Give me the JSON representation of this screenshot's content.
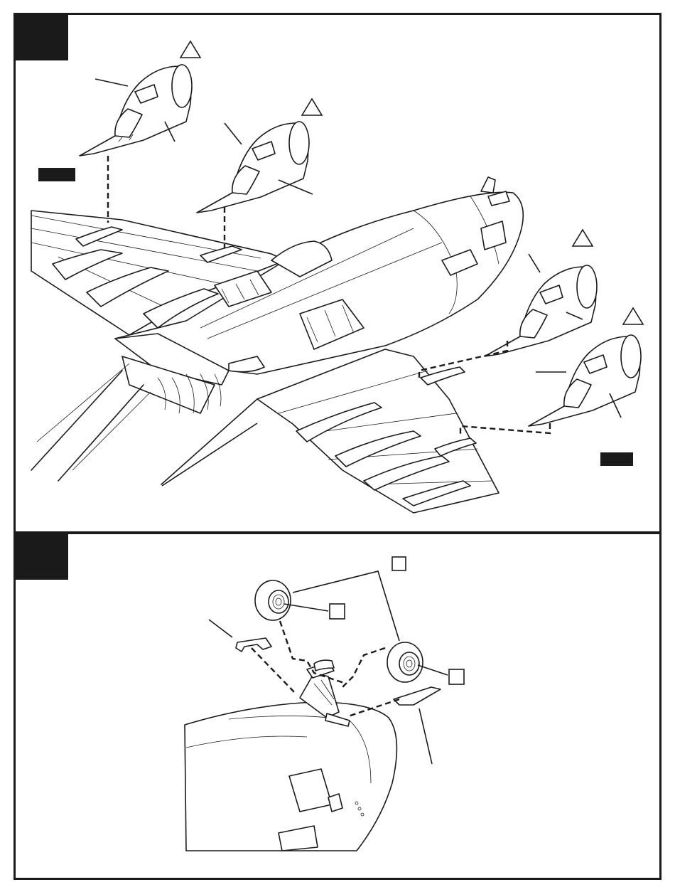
{
  "diagram": {
    "steps": [
      {
        "id": "step-a",
        "label": ""
      },
      {
        "id": "step-b",
        "label": ""
      }
    ],
    "parts": {
      "nacelle_count": 4,
      "wheel_count": 2,
      "triangle_callouts": 4,
      "square_callouts": 3
    },
    "colors": {
      "ink": "#1a1a1a",
      "paper": "#ffffff"
    }
  }
}
